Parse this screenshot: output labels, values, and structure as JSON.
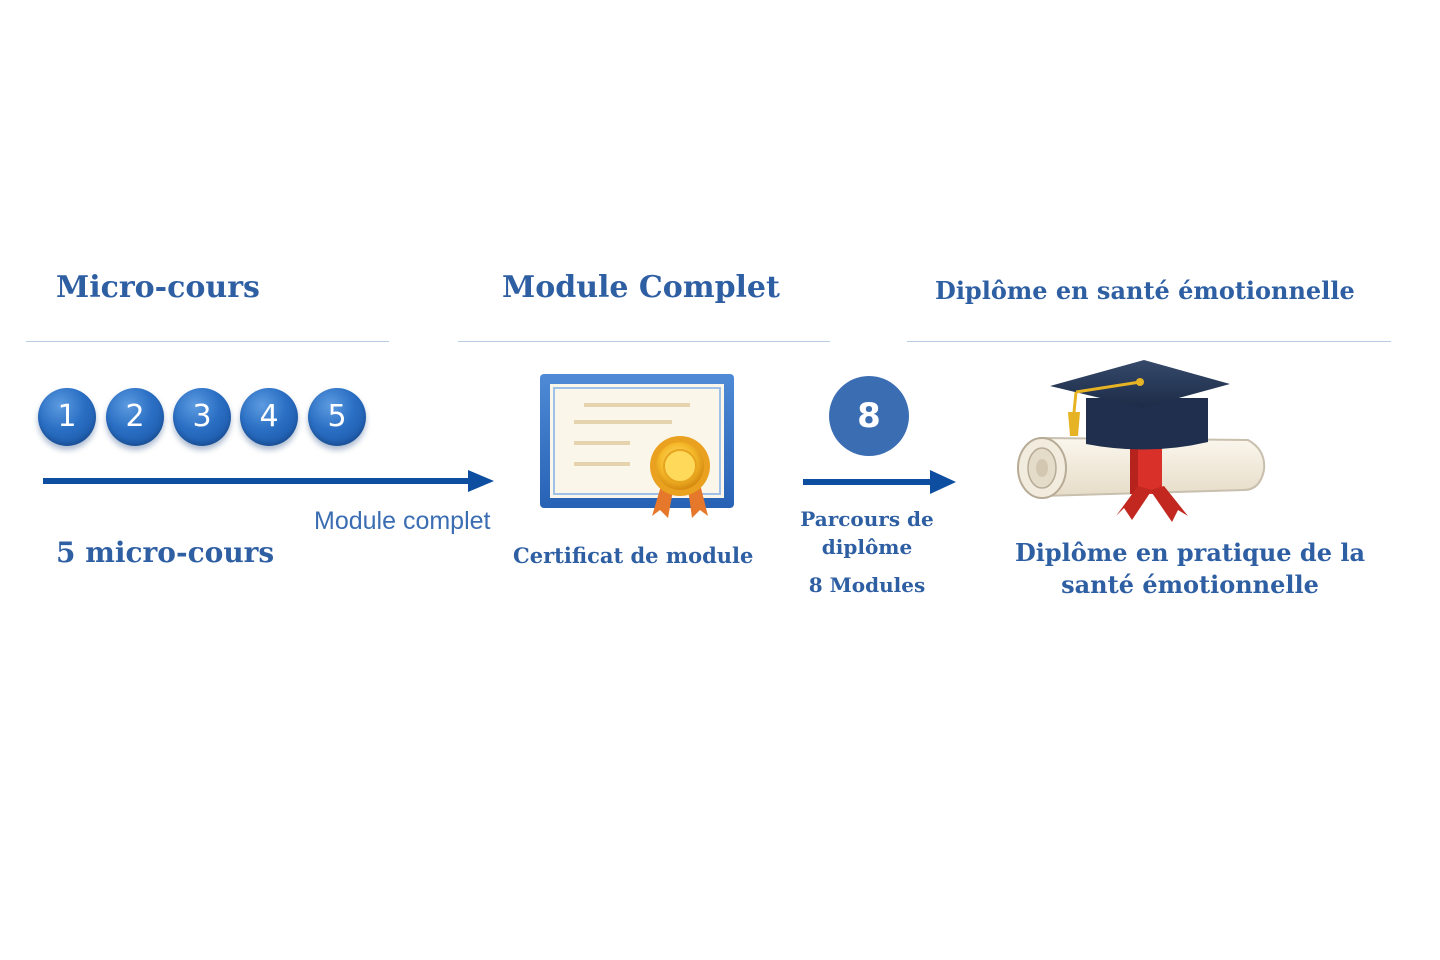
{
  "headers": {
    "micro": "Micro-cours",
    "module": "Module Complet",
    "diploma": "Diplôme en santé émotionnelle"
  },
  "micro_courses": [
    "1",
    "2",
    "3",
    "4",
    "5"
  ],
  "module_count": "8",
  "labels": {
    "module_complete_arrow": "Module complet",
    "five_micro": "5 micro-cours",
    "certificate": "Certificat de module",
    "diploma_path": "Parcours de diplôme",
    "eight_modules": "8 Modules",
    "final_diploma": "Diplôme en pratique de la santé émotionnelle"
  },
  "icons": {
    "certificate": "certificate-icon",
    "diploma": "graduation-diploma-icon"
  },
  "colors": {
    "primary_text": "#2f5fa3",
    "arrow": "#0d4ea0",
    "circle": "#2a6fc4",
    "circle_eight": "#3b6db3",
    "rule": "#b9cde6"
  }
}
